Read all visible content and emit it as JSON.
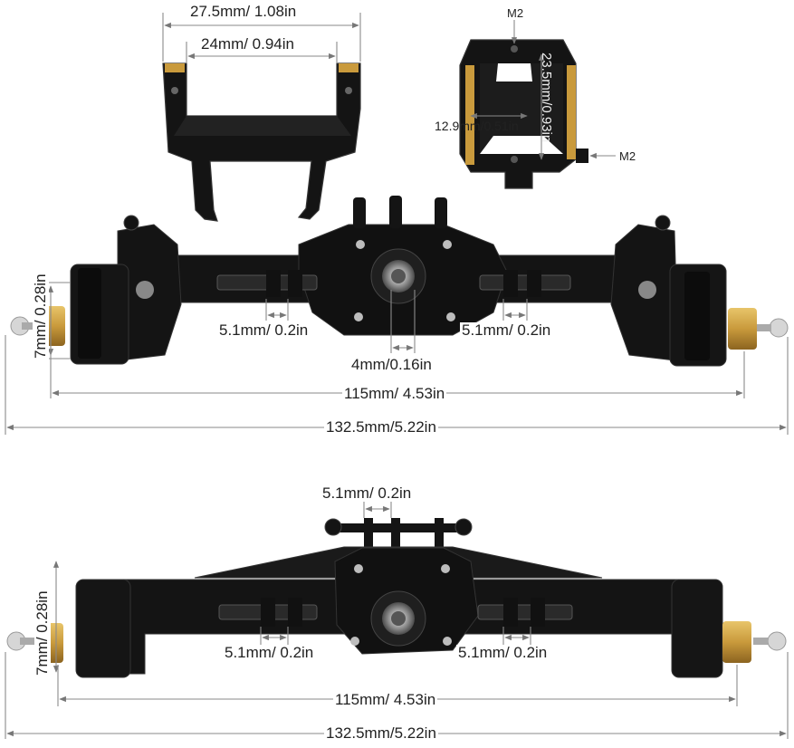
{
  "bracket": {
    "outer_width": "27.5mm/ 1.08in",
    "inner_width": "24mm/ 0.94in"
  },
  "mount": {
    "top_screw": "M2",
    "side_screw": "M2",
    "height": "23.5mm/0.93in",
    "width": "12.9mm/0.51in"
  },
  "front_axle": {
    "hex_height": "7mm/ 0.28in",
    "link_left": "5.1mm/ 0.2in",
    "link_right": "5.1mm/ 0.2in",
    "pinion": "4mm/0.16in",
    "hex_span": "115mm/ 4.53in",
    "overall_length": "132.5mm/5.22in"
  },
  "rear_axle": {
    "top_link": "5.1mm/ 0.2in",
    "hex_height": "7mm/ 0.28in",
    "link_left": "5.1mm/ 0.2in",
    "link_right": "5.1mm/ 0.2in",
    "hex_span": "115mm/ 4.53in",
    "overall_length": "132.5mm/5.22in"
  },
  "colors": {
    "part": "#141414",
    "part_edge": "#2d2d2d",
    "brass": "#c99a3c",
    "silver": "#c8c8c8",
    "dimension_line": "#9a9a9a"
  }
}
